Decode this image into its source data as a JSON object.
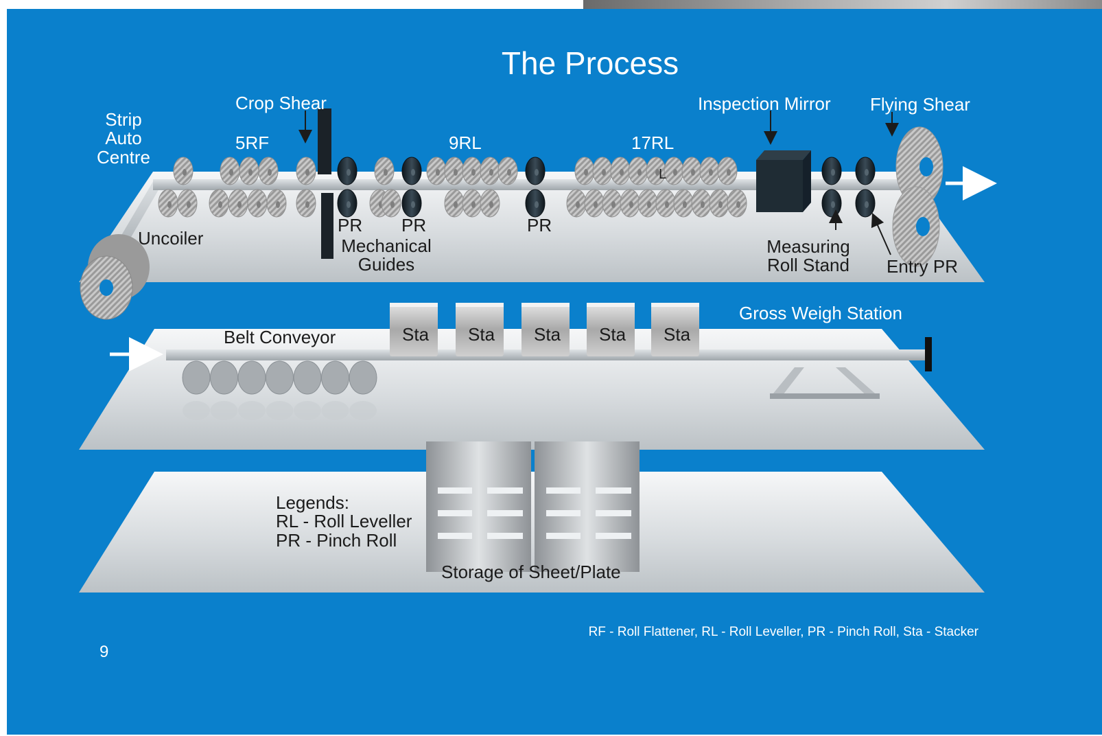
{
  "title": "The Process",
  "labels": {
    "strip_auto_centre": "Strip\nAuto\nCentre",
    "crop_shear": "Crop Shear",
    "five_rf": "5RF",
    "nine_rl": "9RL",
    "seventeen_rl": "17RL",
    "inspection_mirror": "Inspection Mirror",
    "flying_shear": "Flying Shear",
    "uncoiler": "Uncoiler",
    "pr_1": "PR",
    "pr_2": "PR",
    "pr_3": "PR",
    "mechanical_guides": "Mechanical\nGuides",
    "measuring_roll_stand": "Measuring\nRoll Stand",
    "entry_pr": "Entry PR",
    "l_marker": "L",
    "gross_weigh_station": "Gross Weigh Station",
    "belt_conveyor": "Belt Conveyor",
    "stackers": [
      "Sta",
      "Sta",
      "Sta",
      "Sta",
      "Sta"
    ],
    "legends": "Legends:\nRL - Roll Leveller\nPR - Pinch Roll",
    "storage": "Storage of Sheet/Plate"
  },
  "footnote": "RF - Roll Flattener, RL - Roll Leveller, PR - Pinch Roll, Sta - Stacker",
  "page_number": "9",
  "colors": {
    "background": "#0a80cc",
    "label": "#ffffff",
    "dark_label": "#1b1b1b",
    "roller": "#b4b4b4",
    "pinch_roll": "#1e2a33"
  }
}
